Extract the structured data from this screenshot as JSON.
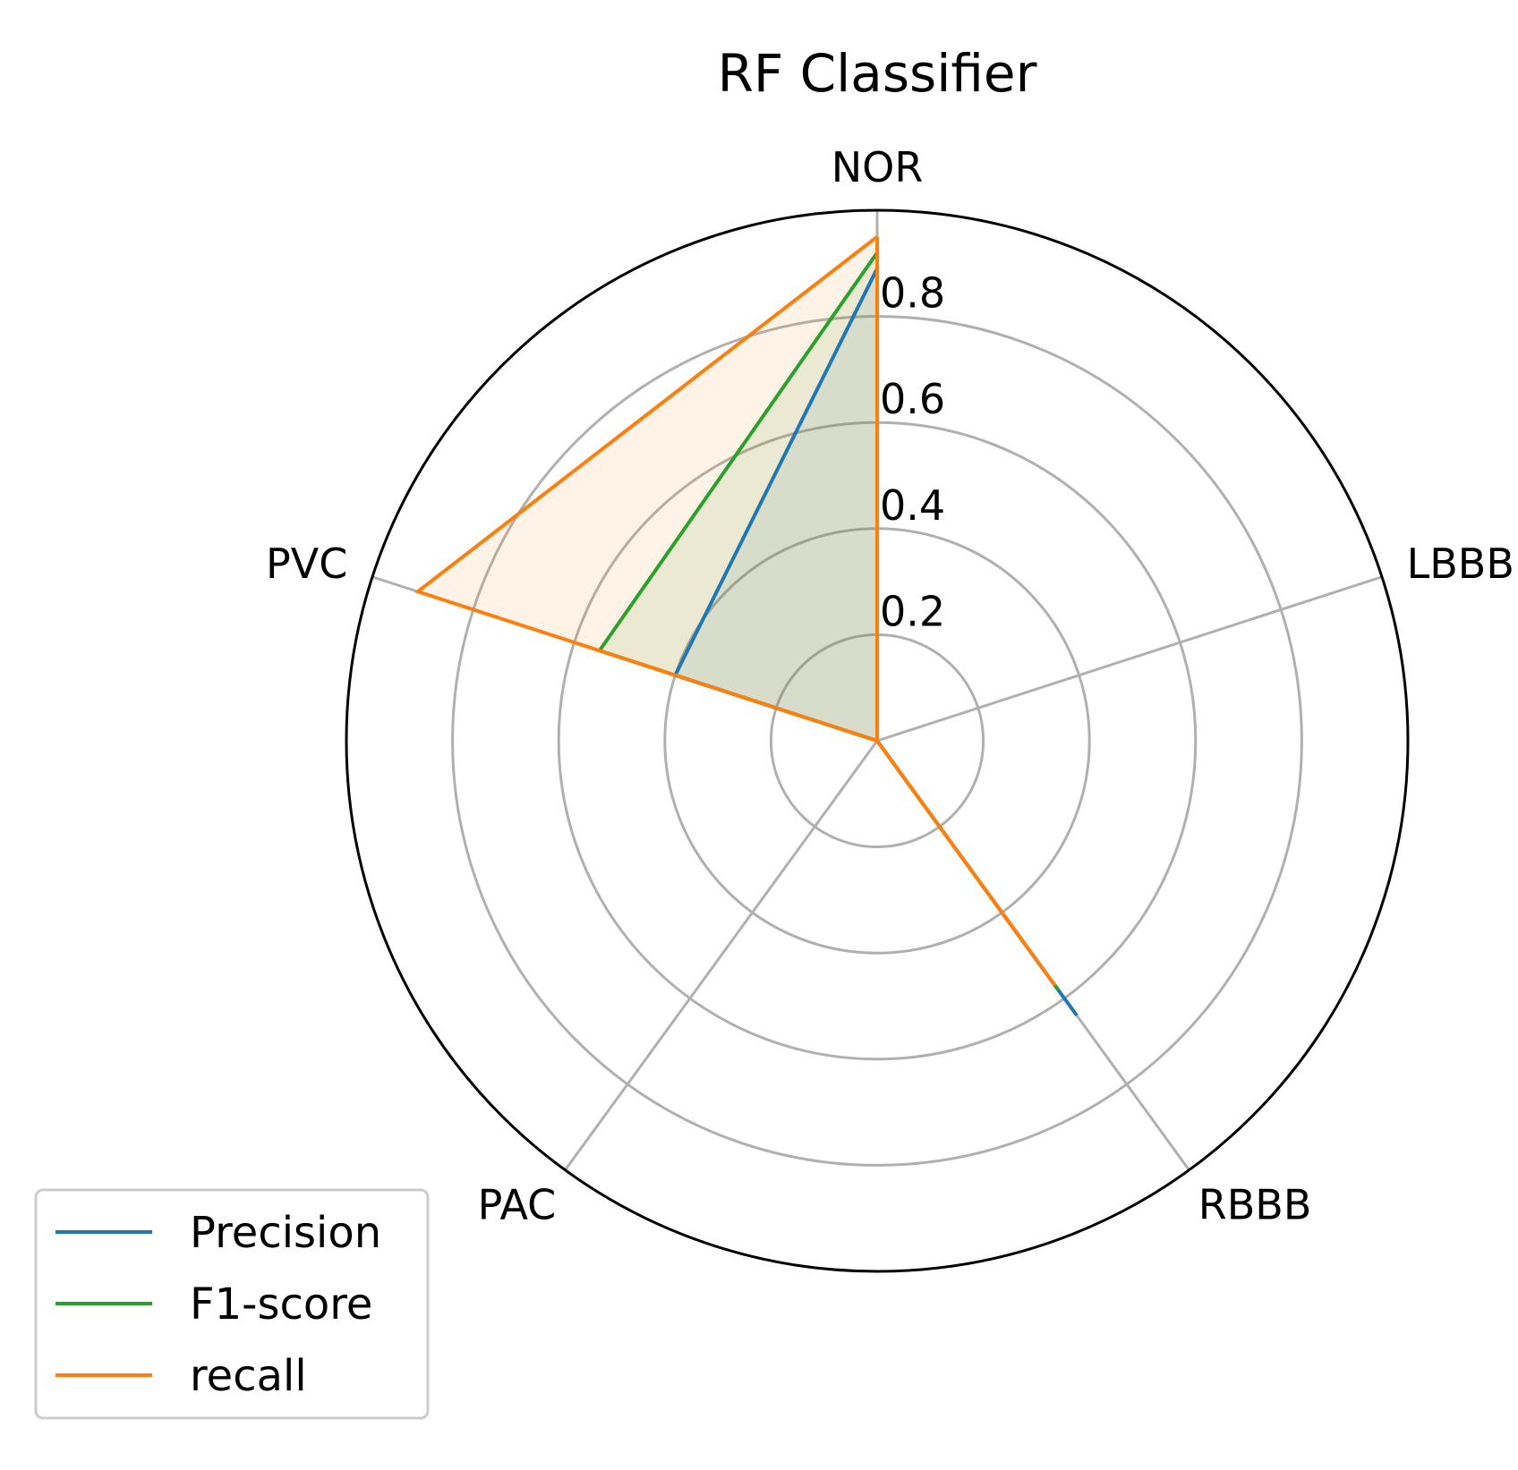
{
  "chart_data": {
    "type": "radar",
    "title": "RF Classifier",
    "categories": [
      "NOR",
      "LBBB",
      "RBBB",
      "PAC",
      "PVC"
    ],
    "rlim": [
      0,
      1
    ],
    "radial_ticks": [
      "0.2",
      "0.4",
      "0.6",
      "0.8"
    ],
    "radial_tick_values": [
      0.2,
      0.4,
      0.6,
      0.8
    ],
    "grid": true,
    "legend_position": "bottom-left",
    "series": [
      {
        "name": "Precision",
        "color": "#1f77b4",
        "values": [
          0.89,
          0.0,
          0.64,
          0.0,
          0.4
        ]
      },
      {
        "name": "F1-score",
        "color": "#2ca02c",
        "values": [
          0.92,
          0.0,
          0.58,
          0.0,
          0.55
        ]
      },
      {
        "name": "recall",
        "color": "#ff7f0e",
        "values": [
          0.95,
          0.0,
          0.57,
          0.0,
          0.91
        ]
      }
    ]
  }
}
